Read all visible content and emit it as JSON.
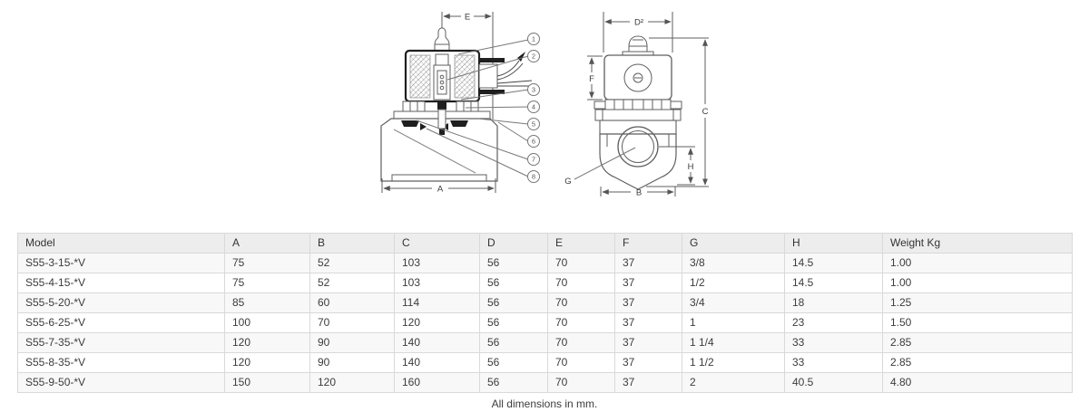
{
  "colors": {
    "line": "#5f5f5f",
    "bold_line": "#1f1f1f",
    "table_border": "#d9d9d9",
    "table_header_bg": "#ededed",
    "table_stripe_bg": "#f8f8f8",
    "text": "#3c3c3c"
  },
  "drawing": {
    "left_view": {
      "dim_top": "E",
      "dim_bottom": "A",
      "callouts": [
        "1",
        "2",
        "3",
        "4",
        "5",
        "6",
        "7",
        "8"
      ]
    },
    "right_view": {
      "dim_top": "D²",
      "dim_left": "F",
      "dim_right": "C",
      "dim_h": "H",
      "dim_bottom": "B",
      "port_label": "G"
    }
  },
  "table": {
    "columns": [
      "Model",
      "A",
      "B",
      "C",
      "D",
      "E",
      "F",
      "G",
      "H",
      "Weight Kg"
    ],
    "rows": [
      [
        "S55-3-15-*V",
        "75",
        "52",
        "103",
        "56",
        "70",
        "37",
        "3/8",
        "14.5",
        "1.00"
      ],
      [
        "S55-4-15-*V",
        "75",
        "52",
        "103",
        "56",
        "70",
        "37",
        "1/2",
        "14.5",
        "1.00"
      ],
      [
        "S55-5-20-*V",
        "85",
        "60",
        "114",
        "56",
        "70",
        "37",
        "3/4",
        "18",
        "1.25"
      ],
      [
        "S55-6-25-*V",
        "100",
        "70",
        "120",
        "56",
        "70",
        "37",
        "1",
        "23",
        "1.50"
      ],
      [
        "S55-7-35-*V",
        "120",
        "90",
        "140",
        "56",
        "70",
        "37",
        "1 1/4",
        "33",
        "2.85"
      ],
      [
        "S55-8-35-*V",
        "120",
        "90",
        "140",
        "56",
        "70",
        "37",
        "1 1/2",
        "33",
        "2.85"
      ],
      [
        "S55-9-50-*V",
        "150",
        "120",
        "160",
        "56",
        "70",
        "37",
        "2",
        "40.5",
        "4.80"
      ]
    ]
  },
  "footer_note": "All dimensions in mm."
}
